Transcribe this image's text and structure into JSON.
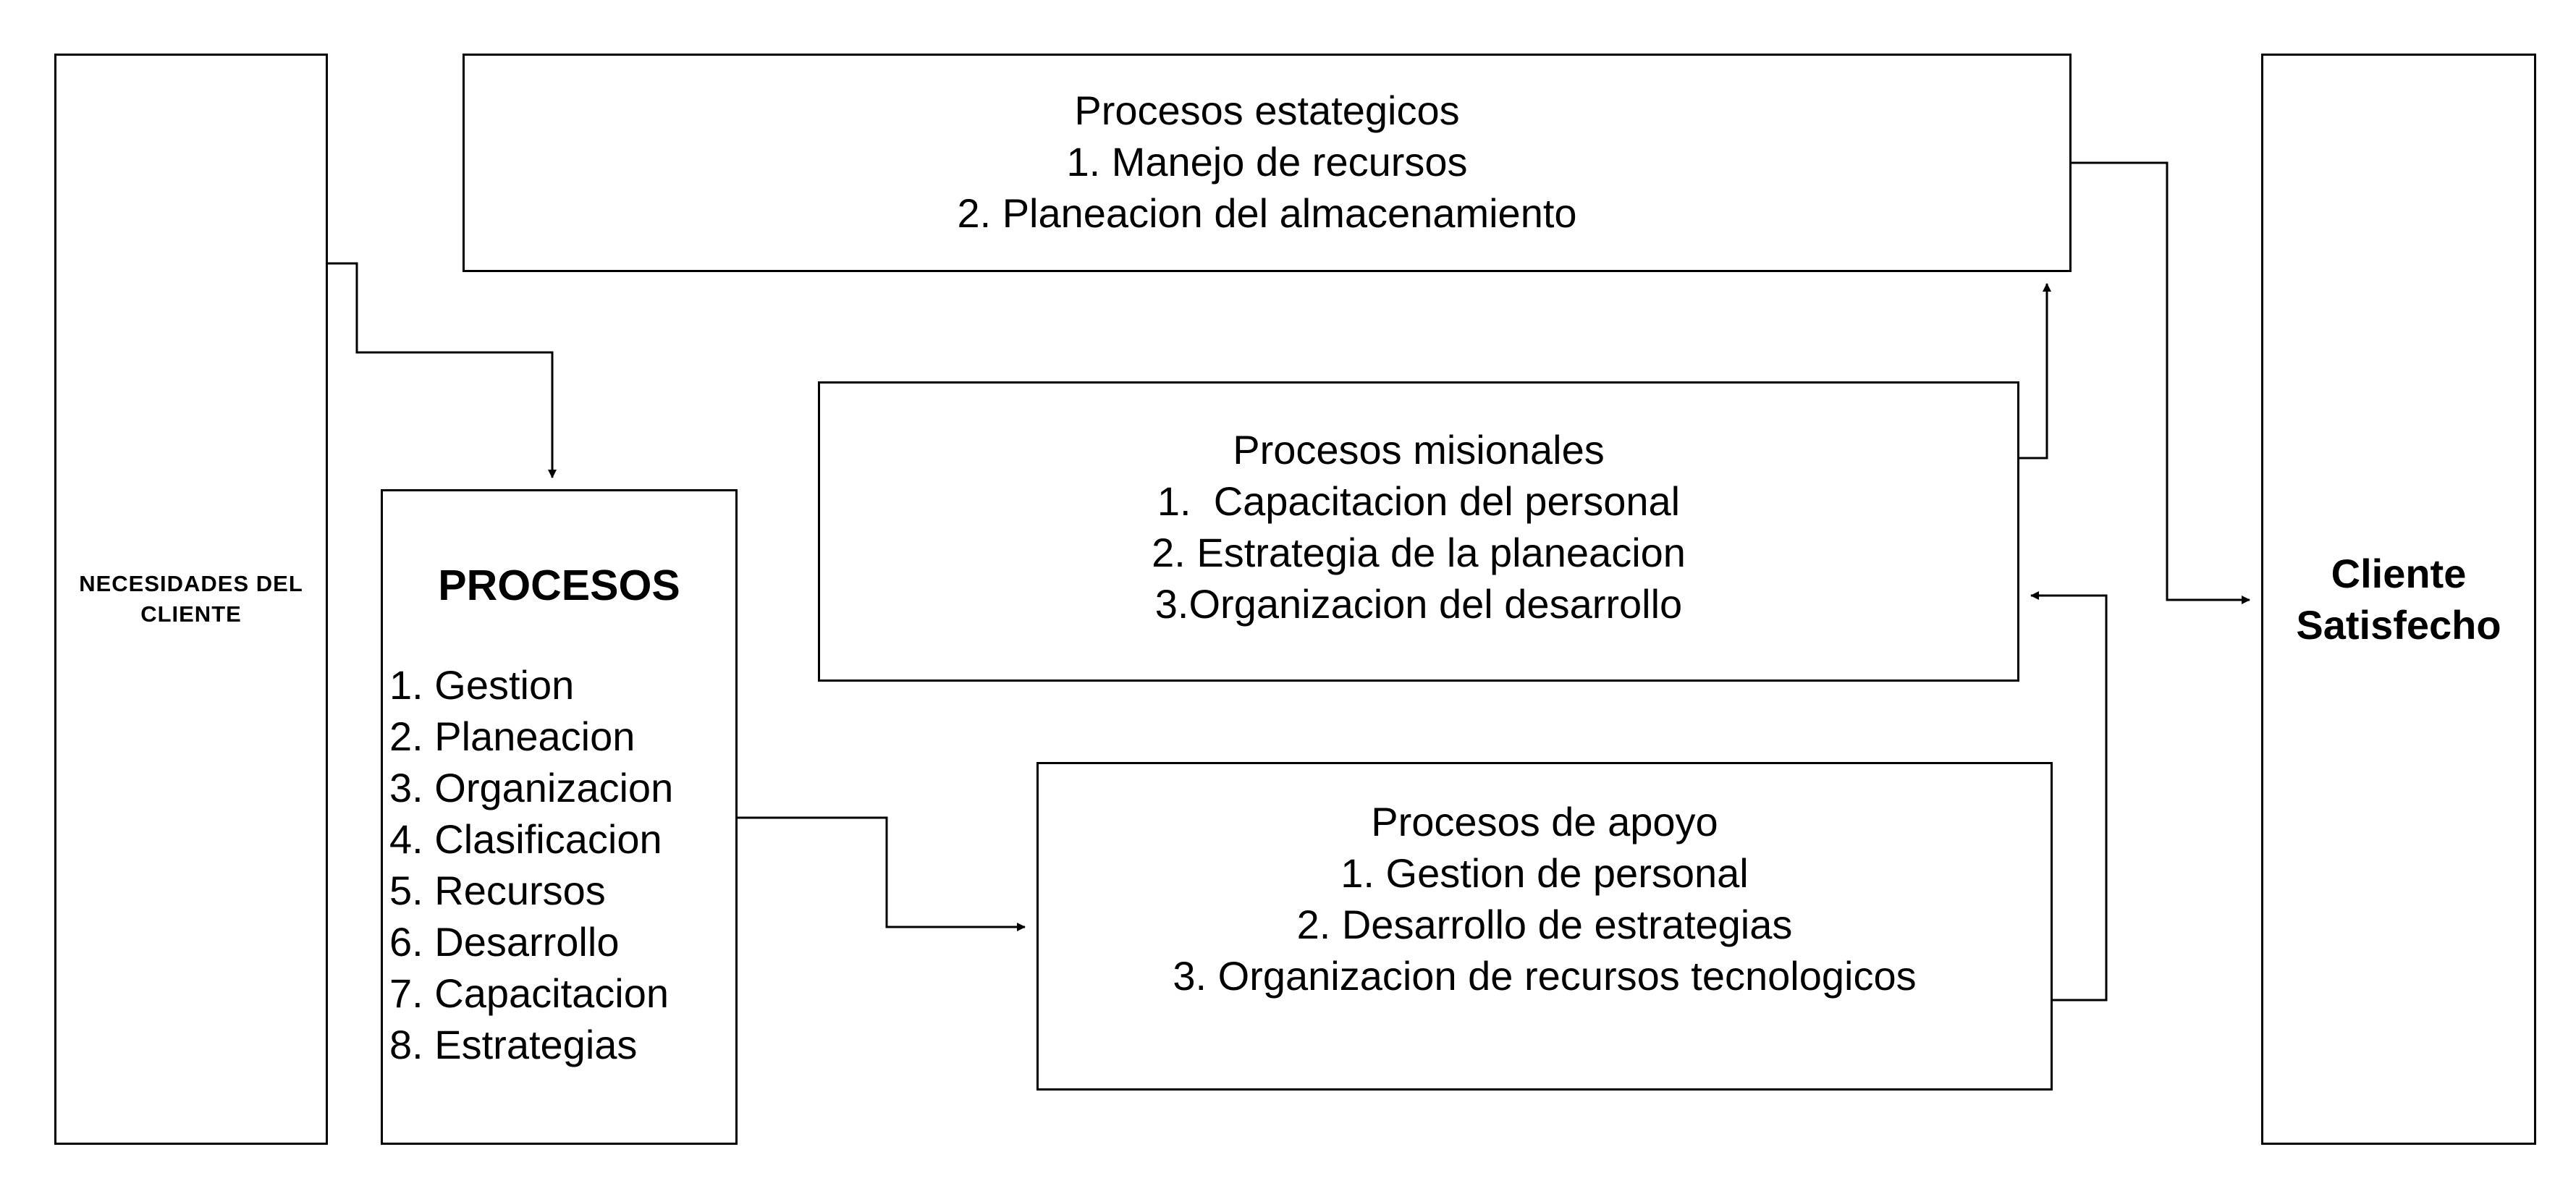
{
  "diagram": {
    "client_needs": {
      "label": "NECESIDADES DEL CLIENTE"
    },
    "strategic": {
      "title": "Procesos estategicos",
      "items": [
        "1. Manejo de recursos",
        "2. Planeacion del almacenamiento"
      ]
    },
    "mission": {
      "title": "Procesos misionales",
      "items": [
        "1.  Capacitacion del personal",
        "2. Estrategia de la planeacion",
        "3.Organizacion del desarrollo"
      ]
    },
    "support": {
      "title": "Procesos de apoyo",
      "items": [
        "1. Gestion de personal",
        "2. Desarrollo de estrategias",
        "3. Organizacion de recursos tecnologicos"
      ]
    },
    "processes": {
      "title": "PROCESOS",
      "items": [
        "1. Gestion",
        "2. Planeacion",
        "3. Organizacion",
        "4. Clasificacion",
        "5. Recursos",
        "6. Desarrollo",
        "7. Capacitacion",
        "8. Estrategias"
      ]
    },
    "client": {
      "line1": "Cliente",
      "line2": "Satisfecho"
    }
  },
  "colors": {
    "stroke": "#000000",
    "background": "#ffffff"
  }
}
